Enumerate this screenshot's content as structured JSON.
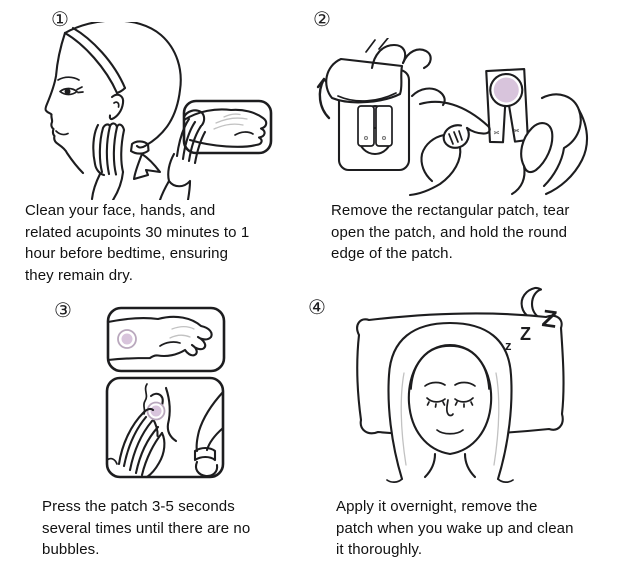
{
  "colors": {
    "background": "#ffffff",
    "line": "#1d1d1f",
    "text": "#111111",
    "detail": "#c2c2c2",
    "patch_fill": "#d8c4dc",
    "patch_ring": "#b9a8bd"
  },
  "steps": [
    {
      "number": "①",
      "illustration": "woman-cleaning-face-and-hand",
      "text": "Clean your face, hands, and\nrelated acupoints 30 minutes to 1\nhour before bedtime, ensuring\nthey remain dry."
    },
    {
      "number": "②",
      "illustration": "tear-open-package-and-hold-patch",
      "text": "Remove the rectangular patch, tear\nopen the patch, and hold the round\nedge of the patch."
    },
    {
      "number": "③",
      "illustration": "press-patch-on-wrist-and-below-ear",
      "text": "Press the patch 3-5 seconds\nseveral times until there are no\nbubbles."
    },
    {
      "number": "④",
      "illustration": "sleeping-overnight-with-patch",
      "sleep_letters": [
        "z",
        "Z",
        "Z"
      ],
      "text": "Apply it overnight, remove the\npatch when you wake up and clean\nit thoroughly."
    }
  ]
}
